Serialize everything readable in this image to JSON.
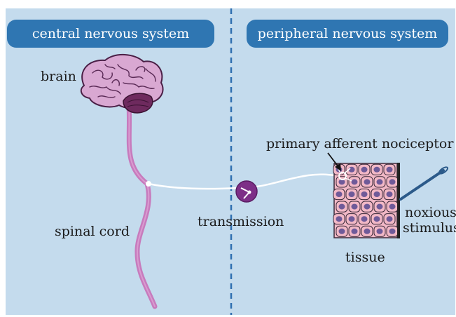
{
  "headers": {
    "central": "central nervous system",
    "peripheral": "peripheral nervous system"
  },
  "labels": {
    "brain": "brain",
    "spinal_cord": "spinal cord",
    "transmission": "transmission",
    "nociceptor": "primary afferent nociceptor",
    "tissue": "tissue",
    "stimulus_line1": "noxious",
    "stimulus_line2": "stimulus"
  },
  "colors": {
    "background": "#c4dbed",
    "header_fill": "#2f76b2",
    "divider": "#2f6fb0",
    "brain": "#d9a8d2",
    "cerebellum": "#6e2a5e",
    "spinal_cord": "#c77bbd",
    "nerve_fiber": "#ffffff",
    "transmission_node": "#7d2f87",
    "tissue_cell": "#f2b8c6",
    "cell_nucleus": "#6f5a99",
    "needle": "#2c5a8a"
  }
}
